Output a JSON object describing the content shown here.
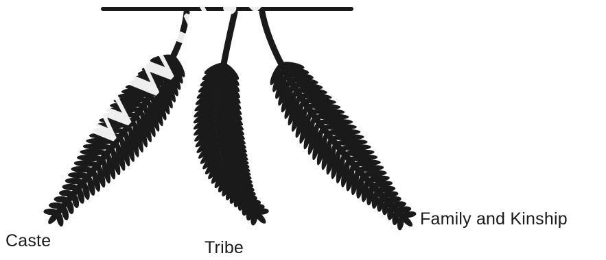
{
  "diagram": {
    "branches": [
      {
        "id": "caste",
        "label": "Caste"
      },
      {
        "id": "tribe",
        "label": "Tribe"
      },
      {
        "id": "family",
        "label": "Family and Kinship"
      }
    ],
    "colors": {
      "ink": "#1a1a1a",
      "background": "#ffffff",
      "watermark": "#ffffff"
    }
  },
  "watermark_text": "www.jkchrome.com"
}
